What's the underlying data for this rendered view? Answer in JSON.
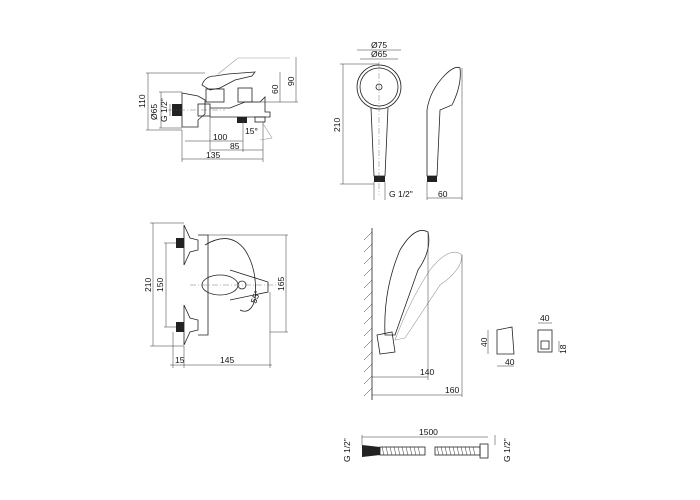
{
  "bath_mixer": {
    "height": "110",
    "dia": "Ø65",
    "thread": "G 1/2\"",
    "h90": "90",
    "h60": "60",
    "angle": "15°",
    "w100": "100",
    "w85": "85",
    "w135": "135"
  },
  "hand_shower": {
    "d75": "Ø75",
    "d65": "Ø65",
    "h210": "210",
    "thread": "G 1/2\"",
    "w60": "60"
  },
  "shower_mixer": {
    "h210": "210",
    "h150": "150",
    "h165": "165",
    "angle": "55°",
    "w15": "15",
    "w145": "145"
  },
  "wall_view": {
    "w140": "140",
    "w160": "160"
  },
  "holder": {
    "w40_top": "40",
    "h40": "40",
    "w40_bottom": "40",
    "h18": "18"
  },
  "hose": {
    "length": "1500",
    "thread_left": "G 1/2\"",
    "thread_right": "G 1/2\""
  }
}
